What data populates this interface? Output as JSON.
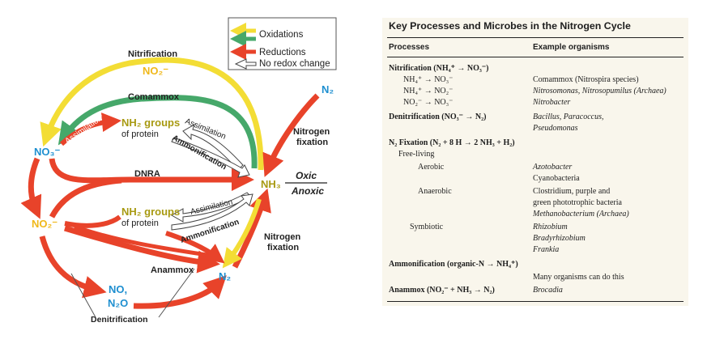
{
  "diagram": {
    "legend": {
      "oxidations": "Oxidations",
      "reductions": "Reductions",
      "no_redox_change": "No redox change"
    },
    "labels": {
      "nitrification": "Nitrification",
      "no2_top": "NO₂⁻",
      "comammox": "Comammox",
      "n2_top": "N₂",
      "nh2_groups_top": "NH₂ groups",
      "of_protein_top": "of protein",
      "assimilation_left": "Assimilation",
      "assimilation_right": "Assimilation",
      "no3": "NO₃⁻",
      "ammonification_top": "Ammonification",
      "nitrogen_fixation_right": "Nitrogen",
      "fixation_right": "fixation",
      "dnra": "DNRA",
      "nh3": "NH₃",
      "oxic": "Oxic",
      "anoxic": "Anoxic",
      "no2_left": "NO₂⁻",
      "nh2_groups_bottom": "NH₂ groups",
      "of_protein_bottom": "of protein",
      "assimilation_bottom": "Assimilation",
      "ammonification_bottom": "Ammonification",
      "nitrogen_fixation_bottom": "Nitrogen",
      "fixation_bottom": "fixation",
      "anammox": "Anammox",
      "n2_bottom": "N₂",
      "no": "NO,",
      "n2o": "N₂O",
      "denitrification": "Denitrification"
    }
  },
  "table": {
    "title": "Key Processes and Microbes in the Nitrogen Cycle",
    "col_processes": "Processes",
    "col_organisms": "Example organisms",
    "rows": {
      "nitrification": "Nitrification (NH₄⁺ → NO₃⁻)",
      "nit_1": "NH₄⁺ → NO₃⁻",
      "nit_1_org": "Comammox (Nitrospira species)",
      "nit_2": "NH₄⁺ → NO₂⁻",
      "nit_2_org": "Nitrosomonas, Nitrosopumilus (Archaea)",
      "nit_3": "NO₂⁻ → NO₃⁻",
      "nit_3_org": "Nitrobacter",
      "denitrification": "Denitrification (NO₃⁻ → N₂)",
      "denit_org_1": "Bacillus, Paracoccus,",
      "denit_org_2": "Pseudomonas",
      "n2_fixation": "N₂ Fixation (N₂ + 8 H → 2 NH₃ + H₂)",
      "free_living": "Free-living",
      "aerobic": "Aerobic",
      "aerobic_org_1": "Azotobacter",
      "aerobic_org_2": "Cyanobacteria",
      "anaerobic": "Anaerobic",
      "anaerobic_org_1": "Clostridium, purple and",
      "anaerobic_org_2": "green phototrophic bacteria",
      "anaerobic_org_3": "Methanobacterium (Archaea)",
      "symbiotic": "Symbiotic",
      "symbiotic_org_1": "Rhizobium",
      "symbiotic_org_2": "Bradyrhizobium",
      "symbiotic_org_3": "Frankia",
      "ammonification": "Ammonification (organic-N → NH₄⁺)",
      "ammonification_org": "Many organisms can do this",
      "anammox": "Anammox (NO₂⁻ + NH₃ → N₂)",
      "anammox_org": "Brocadia"
    }
  },
  "colors": {
    "oxidation_yellow": "#f3dd35",
    "oxidation_green": "#46a86a",
    "reduction_red": "#e8432a",
    "nitrogen_blue": "#1e8fd0",
    "protein_olive": "#a89a12",
    "label_dark": "#222222",
    "table_bg": "#f9f6ec"
  }
}
